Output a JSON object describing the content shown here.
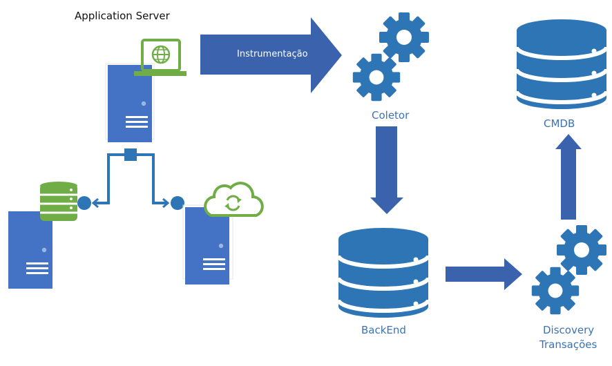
{
  "labels": {
    "app_server": "Application Server",
    "instrumentation": "Instrumentação",
    "collector": "Coletor",
    "backend": "BackEnd",
    "cmdb": "CMDB",
    "discovery_line1": "Discovery",
    "discovery_line2": "Transações"
  },
  "colors": {
    "server_blue": "#4472c4",
    "server_dark_blue": "#305aa0",
    "gear_blue": "#2e75b6",
    "db_blue": "#2e75b6",
    "arrow_blue": "#3b62ad",
    "green": "#70ad47",
    "label_blue": "#3a72b8",
    "text_dark": "#111111"
  }
}
